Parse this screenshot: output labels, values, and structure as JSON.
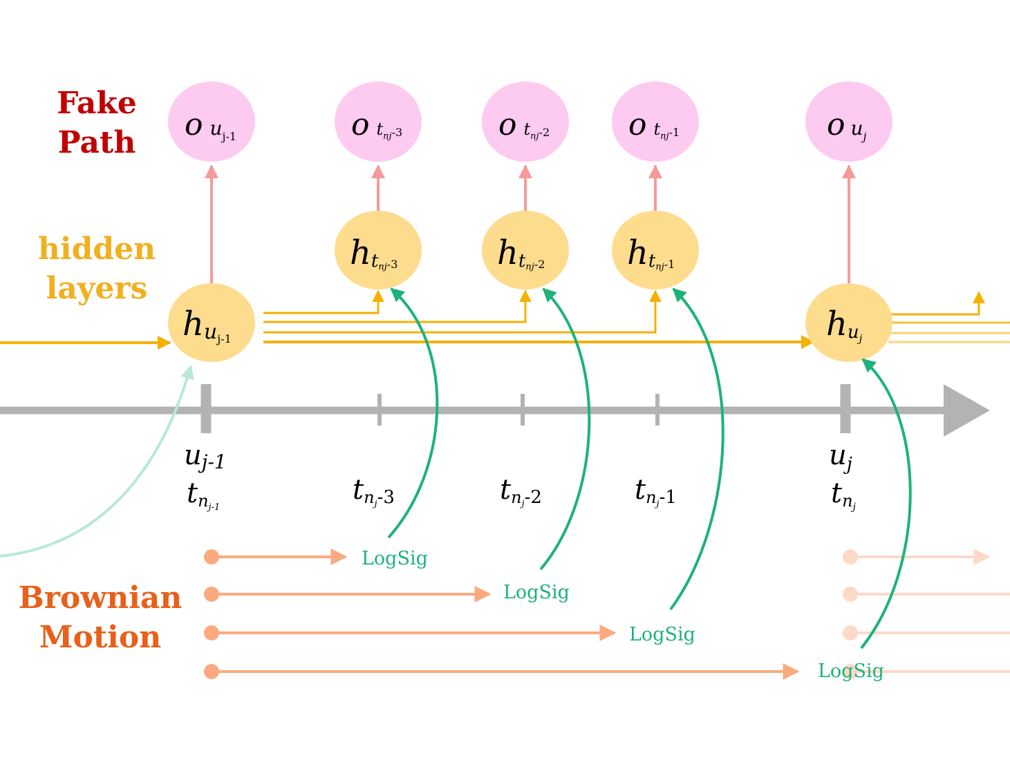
{
  "labels": {
    "fake_path": [
      "Fake",
      "Path"
    ],
    "hidden_layers": [
      "hidden",
      "layers"
    ],
    "brownian_motion": [
      "Brownian",
      "Motion"
    ]
  },
  "nodes": {
    "o_u_prev": {
      "base": "o",
      "sub": "u",
      "subsub": "j-1"
    },
    "o_t3": {
      "base": "o",
      "sub": "t",
      "subsub": "nj",
      "suffix": "-3"
    },
    "o_t2": {
      "base": "o",
      "sub": "t",
      "subsub": "nj",
      "suffix": "-2"
    },
    "o_t1": {
      "base": "o",
      "sub": "t",
      "subsub": "nj",
      "suffix": "-1"
    },
    "o_u": {
      "base": "o",
      "sub": "u",
      "subsub": "j"
    },
    "h_u_prev": {
      "base": "h",
      "sub": "u",
      "subsub": "j-1"
    },
    "h_t3": {
      "base": "h",
      "sub": "t",
      "subsub": "nj",
      "suffix": "-3"
    },
    "h_t2": {
      "base": "h",
      "sub": "t",
      "subsub": "nj",
      "suffix": "-2"
    },
    "h_t1": {
      "base": "h",
      "sub": "t",
      "subsub": "nj",
      "suffix": "-1"
    },
    "h_u": {
      "base": "h",
      "sub": "u",
      "subsub": "j"
    }
  },
  "axis_labels": {
    "u_prev": {
      "u": "u",
      "sub": "j-1",
      "t": "t",
      "tsub": "n",
      "tsubsub": "j-1"
    },
    "t3": {
      "t": "t",
      "tsub": "n",
      "tsubsub": "j",
      "suffix": "-3"
    },
    "t2": {
      "t": "t",
      "tsub": "n",
      "tsubsub": "j",
      "suffix": "-2"
    },
    "t1": {
      "t": "t",
      "tsub": "n",
      "tsubsub": "j",
      "suffix": "-1"
    },
    "u": {
      "u": "u",
      "sub": "j",
      "t": "t",
      "tsub": "n",
      "tsubsub": "j"
    }
  },
  "logsig_label": "LogSig",
  "colors": {
    "fake_path_label": "#c00000",
    "hidden_label": "#f0b020",
    "brownian_label": "#e8601a",
    "output_node": "#fdcaf0",
    "hidden_node": "#fddc8e",
    "output_arrow": "#f59a9a",
    "hidden_arrow": "#f5b000",
    "axis": "#b3b3b3",
    "logsig": "#1db27a",
    "brownian": "#fba97f"
  }
}
